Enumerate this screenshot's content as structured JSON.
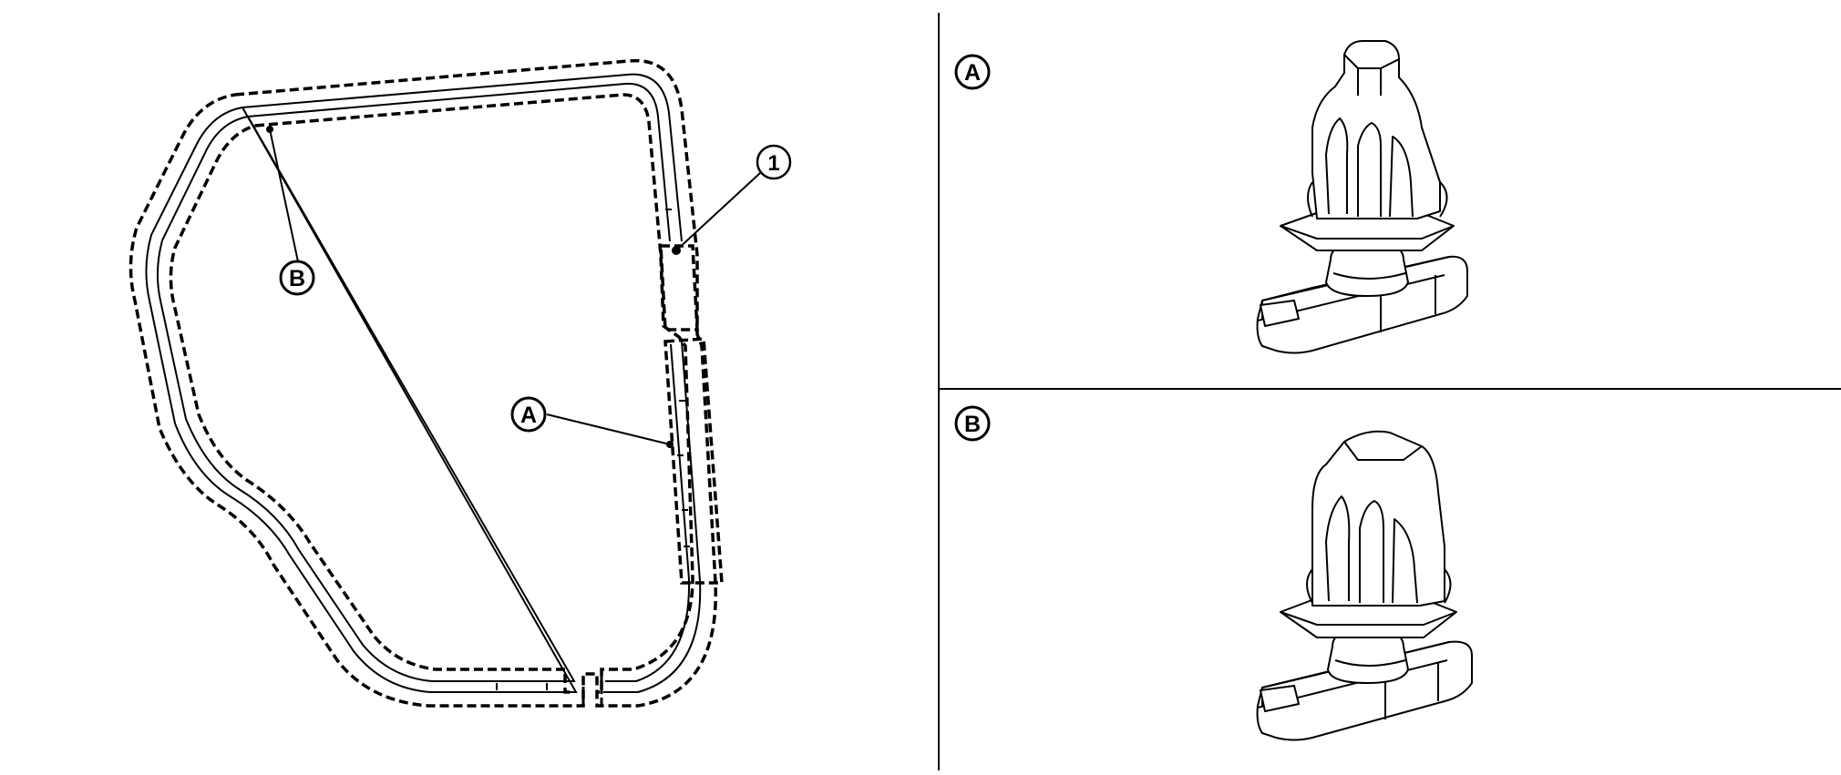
{
  "diagram": {
    "weatherstrip_callout": "1",
    "clip_a_label": "A",
    "clip_b_label": "B",
    "panel_a_label": "A",
    "panel_b_label": "B"
  },
  "colors": {
    "line": "#000000",
    "background": "#ffffff"
  }
}
